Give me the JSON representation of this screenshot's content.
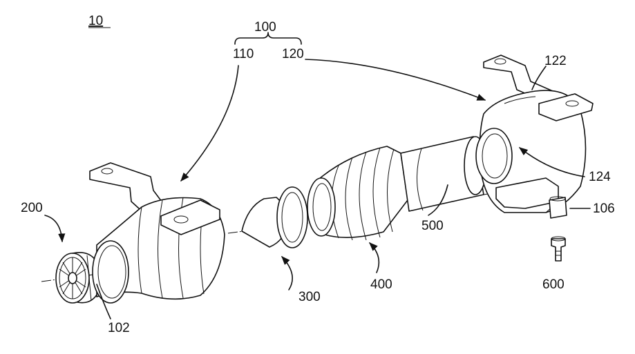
{
  "figure": {
    "labels": {
      "assembly": "10",
      "housing": "100",
      "housing_front": "110",
      "housing_rear": "120",
      "rear_flange": "122",
      "inner_ring": "124",
      "outlet_port": "106",
      "fan_unit": "200",
      "front_opening": "102",
      "cone": "300",
      "bellows": "400",
      "tube": "500",
      "plug": "600"
    }
  }
}
